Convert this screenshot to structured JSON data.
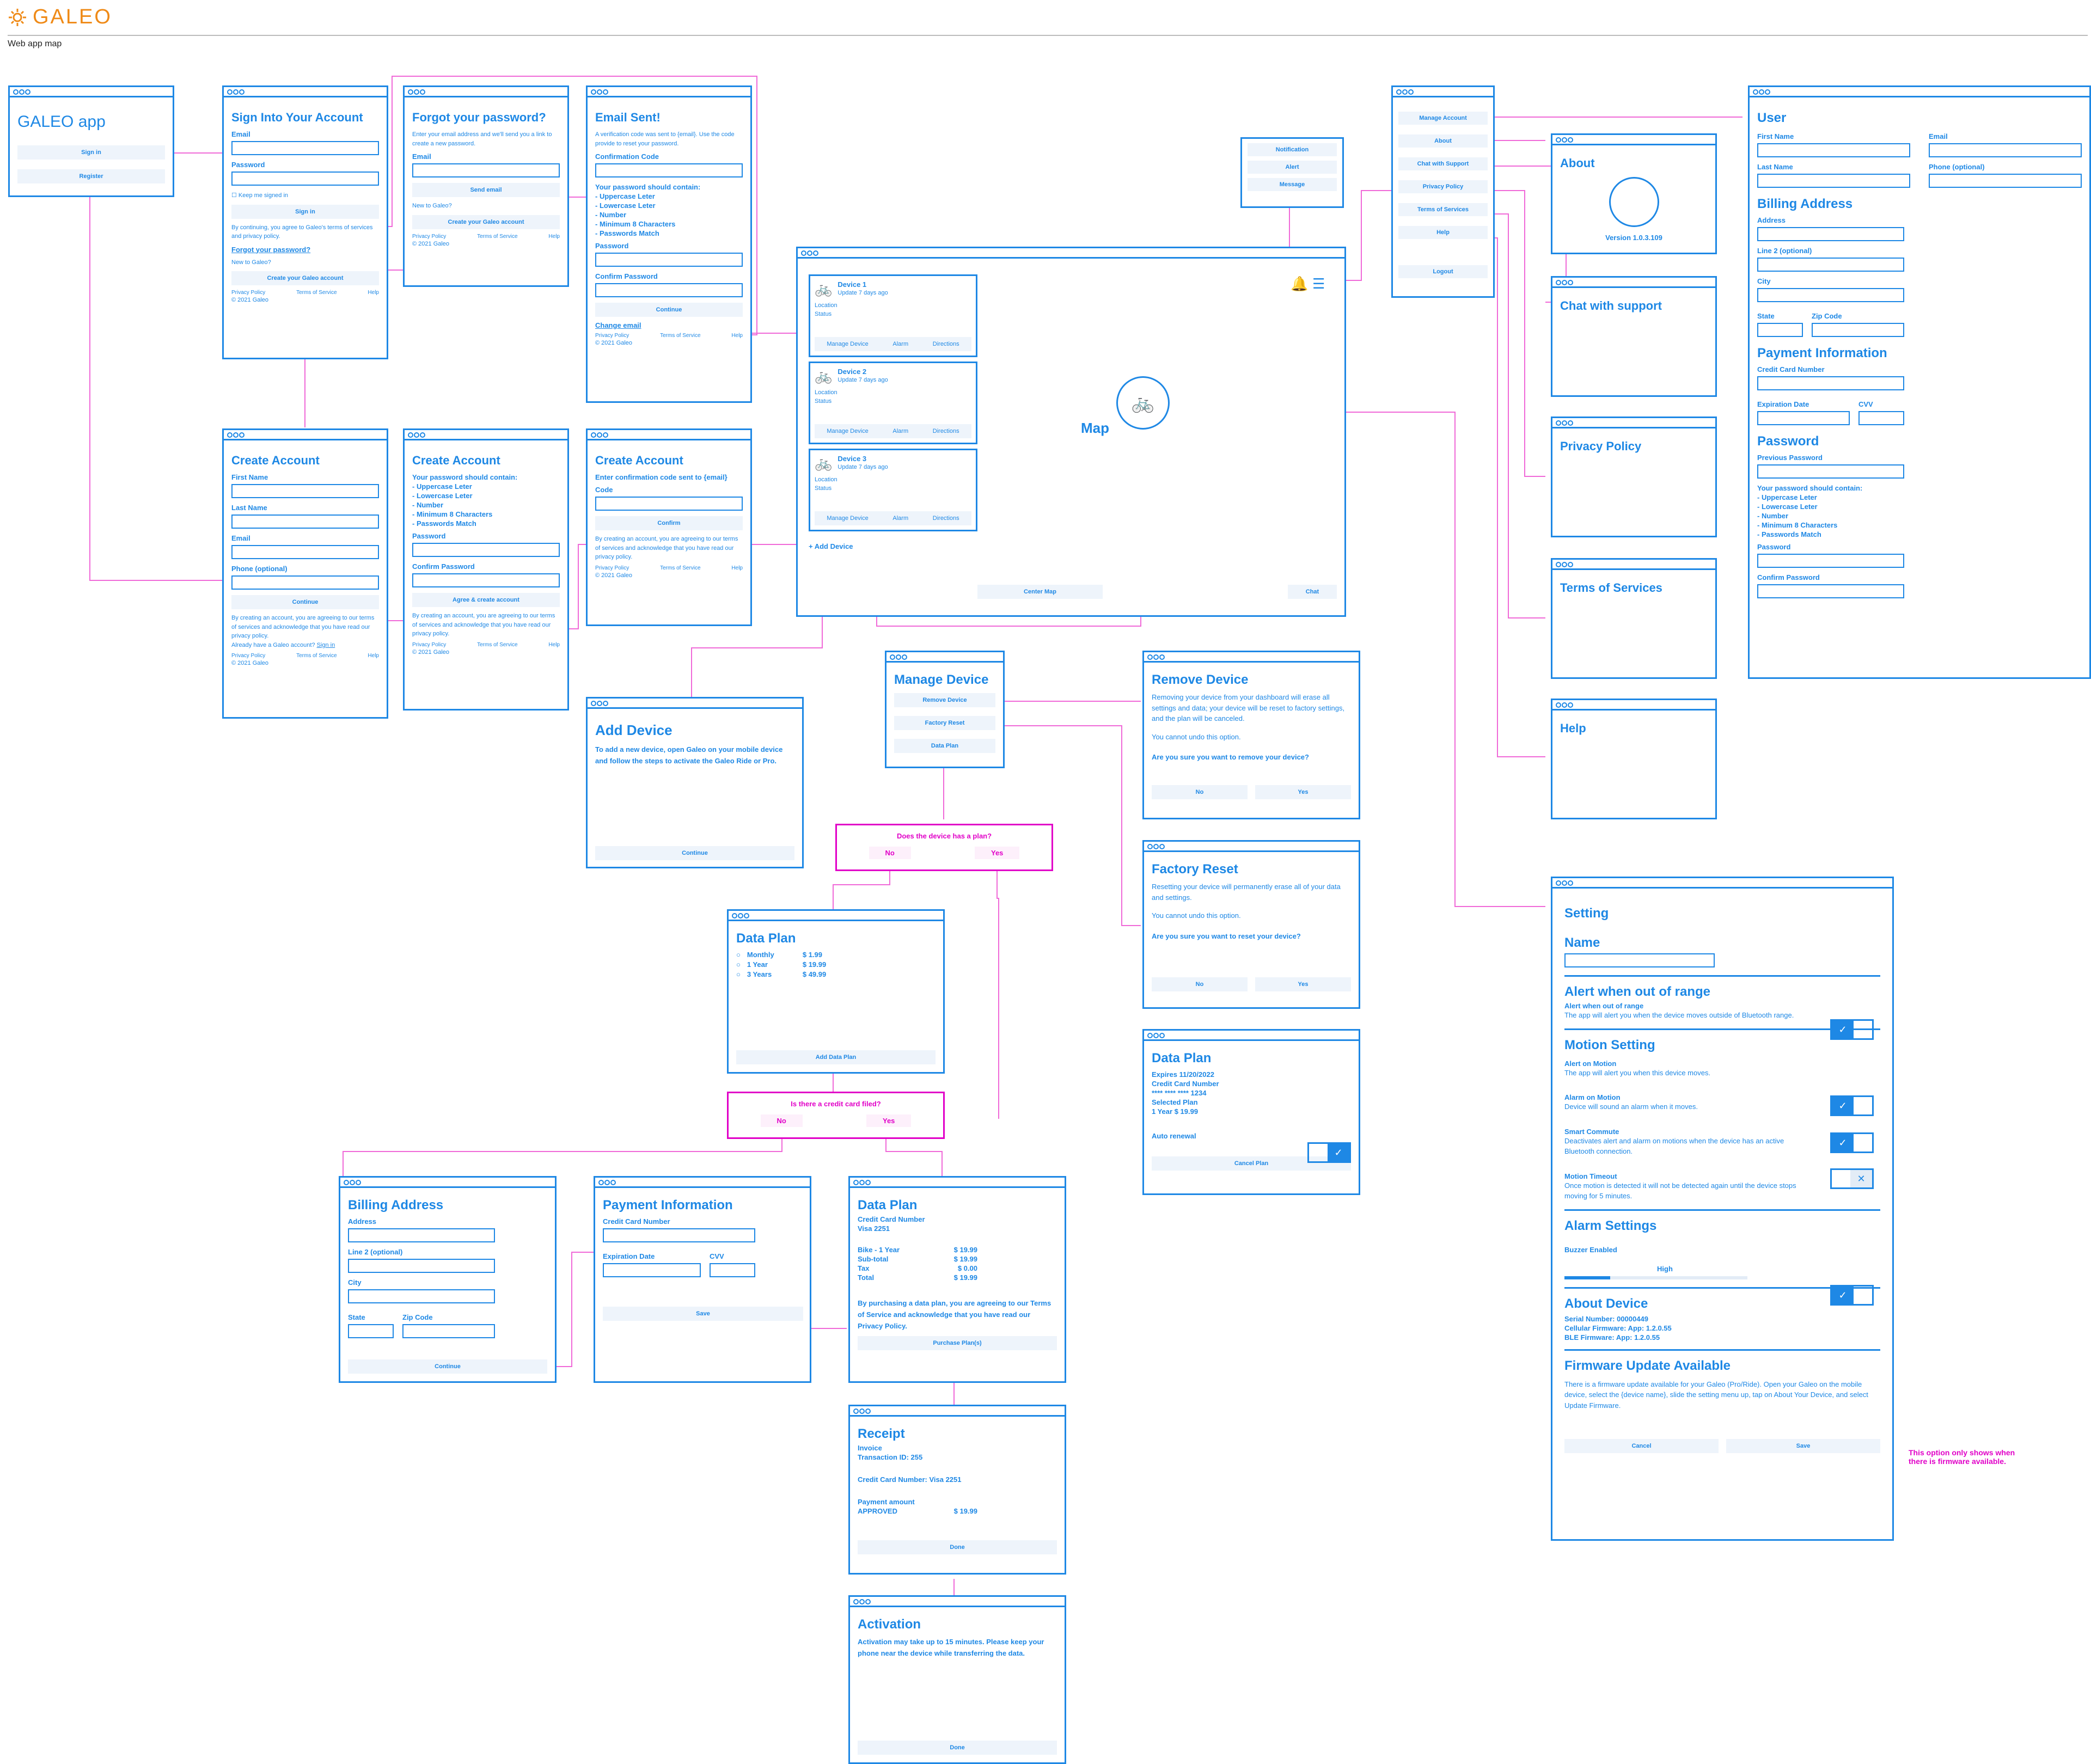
{
  "header": {
    "brand": "GALEO",
    "subtitle": "Web app map"
  },
  "s1": {
    "title": "GALEO app",
    "signin": "Sign in",
    "register": "Register"
  },
  "signin": {
    "title": "Sign Into Your Account",
    "email": "Email",
    "password": "Password",
    "keep": "Keep me signed in",
    "btn": "Sign in",
    "terms": "By continuing, you agree to Galeo's terms of services and privacy policy.",
    "forgot": "Forgot your password?",
    "new": "New to Galeo?",
    "create": "Create your Galeo account",
    "pp": "Privacy Policy",
    "tos": "Terms of Service",
    "help": "Help",
    "copy": "© 2021 Galeo"
  },
  "forgot": {
    "title": "Forgot your password?",
    "desc": "Enter your email address and we'll send you a link to create a new password.",
    "email": "Email",
    "send": "Send email",
    "new": "New to Galeo?",
    "create": "Create your Galeo account"
  },
  "sent": {
    "title": "Email Sent!",
    "desc": "A verification code was sent to {email}. Use the code provide to reset your password.",
    "code": "Confirmation Code",
    "req": "Your password should contain:",
    "r1": "- Uppercase Leter",
    "r2": "- Lowercase Leter",
    "r3": "- Number",
    "r4": "- Minimum 8 Characters",
    "r5": "- Passwords Match",
    "pw": "Password",
    "cpw": "Confirm Password",
    "cont": "Continue",
    "change": "Change email"
  },
  "ca1": {
    "title": "Create Account",
    "first": "First Name",
    "last": "Last Name",
    "email": "Email",
    "phone": "Phone (optional)",
    "cont": "Continue",
    "terms": "By creating an account, you are agreeing to our terms of services and acknowledge that you have read our privacy policy.",
    "already": "Already have a Galeo account?",
    "signin": "Sign in"
  },
  "ca2": {
    "title": "Create Account",
    "agree": "Agree & create account"
  },
  "ca3": {
    "title": "Create Account",
    "desc": "Enter confirmation code sent to {email}",
    "code": "Code",
    "confirm": "Confirm"
  },
  "dash": {
    "map": "Map",
    "add": "+ Add Device",
    "center": "Center Map",
    "chat": "Chat",
    "devices": [
      {
        "name": "Device 1",
        "upd": "Update 7 days ago"
      },
      {
        "name": "Device 2",
        "upd": "Update 7 days ago"
      },
      {
        "name": "Device 3",
        "upd": "Update 7 days ago"
      }
    ],
    "loc": "Location",
    "status": "Status",
    "manage": "Manage Device",
    "alarm": "Alarm",
    "dir": "Directions"
  },
  "notif": {
    "items": [
      "Notification",
      "Alert",
      "Message"
    ]
  },
  "mainmenu": {
    "items": [
      "Manage Account",
      "About",
      "Chat with Support",
      "Privacy Policy",
      "Terms of Services",
      "Help"
    ],
    "logout": "Logout"
  },
  "about": {
    "title": "About",
    "version": "Version 1.0.3.109"
  },
  "chat": {
    "title": "Chat with support"
  },
  "privacy": {
    "title": "Privacy Policy"
  },
  "terms": {
    "title": "Terms of Services"
  },
  "help": {
    "title": "Help"
  },
  "account": {
    "user": "User",
    "first": "First Name",
    "email": "Email",
    "last": "Last Name",
    "phone": "Phone (optional)",
    "billing": "Billing Address",
    "address": "Address",
    "line2": "Line 2 (optional)",
    "city": "City",
    "state": "State",
    "zip": "Zip Code",
    "payment": "Payment Information",
    "cc": "Credit Card Number",
    "exp": "Expiration Date",
    "cvv": "CVV",
    "password": "Password",
    "prev": "Previous Password",
    "pw": "Password",
    "cpw": "Confirm Password"
  },
  "adddev": {
    "title": "Add Device",
    "desc": "To add a new device, open Galeo on your mobile device and follow the steps to activate the Galeo Ride or Pro.",
    "cont": "Continue"
  },
  "manage": {
    "title": "Manage Device",
    "remove": "Remove Device",
    "reset": "Factory Reset",
    "plan": "Data Plan"
  },
  "remove": {
    "title": "Remove Device",
    "desc": "Removing your device from your dashboard will erase all settings and data; your device will be reset to factory settings, and the plan will be canceled.",
    "undo": "You cannot undo this option.",
    "q": "Are you sure you want to remove your device?",
    "no": "No",
    "yes": "Yes"
  },
  "reset": {
    "title": "Factory Reset",
    "desc": "Resetting your device will permanently erase all of your data and settings.",
    "undo": "You cannot undo this option.",
    "q": "Are you sure you want to reset your device?"
  },
  "planinfo": {
    "title": "Data Plan",
    "expires": "Expires 11/20/2022",
    "cc": "Credit Card Number",
    "ccnum": "**** **** **** 1234",
    "sel": "Selected Plan",
    "selval": "1 Year $ 19.99",
    "auto": "Auto renewal",
    "cancel": "Cancel Plan"
  },
  "dec1": {
    "q": "Does the device has a plan?",
    "no": "No",
    "yes": "Yes"
  },
  "dec2": {
    "q": "Is there a credit card filed?",
    "no": "No",
    "yes": "Yes"
  },
  "planpick": {
    "title": "Data Plan",
    "opts": [
      [
        "Monthly",
        "$ 1.99"
      ],
      [
        "1 Year",
        "$ 19.99"
      ],
      [
        "3 Years",
        "$ 49.99"
      ]
    ],
    "add": "Add Data Plan"
  },
  "bill": {
    "title": "Billing Address",
    "cont": "Continue"
  },
  "pay": {
    "title": "Payment Information",
    "save": "Save"
  },
  "buy": {
    "title": "Data Plan",
    "cc": "Credit Card Number",
    "visa": "Visa 2251",
    "rows": [
      [
        "Bike - 1 Year",
        "$ 19.99"
      ],
      [
        "Sub-total",
        "$ 19.99"
      ],
      [
        "Tax",
        "$ 0.00"
      ],
      [
        "Total",
        "$ 19.99"
      ]
    ],
    "agree": "By purchasing a data plan, you are agreeing to our Terms of Service and acknowledge that you have read our Privacy Policy.",
    "btn": "Purchase Plan(s)"
  },
  "receipt": {
    "title": "Receipt",
    "inv": "Invoice",
    "tid": "Transaction ID: 255",
    "cc": "Credit Card Number: Visa 2251",
    "amt": "Payment amount",
    "appr": "APPROVED",
    "val": "$ 19.99",
    "done": "Done"
  },
  "activation": {
    "title": "Activation",
    "desc": "Activation may take up to 15 minutes. Please keep your phone near the device while transferring the data.",
    "done": "Done"
  },
  "setting": {
    "title": "Setting",
    "name": "Name",
    "oor": "Alert when out of range",
    "oorl": "Alert when out of range",
    "oord": "The app will alert you when the device moves outside of Bluetooth range.",
    "motion": "Motion Setting",
    "aom": "Alert on Motion",
    "aomd": "The app will alert you when this device moves.",
    "alm": "Alarm on Motion",
    "almd": "Device will sound an alarm when it moves.",
    "sc": "Smart Commute",
    "scd": "Deactivates alert and alarm on motions when the device has an active Bluetooth connection.",
    "mt": "Motion Timeout",
    "mtd": "Once motion is detected it will not be detected again until the device stops moving for 5 minutes.",
    "alarm": "Alarm Settings",
    "buzz": "Buzzer Enabled",
    "high": "High",
    "aboutdev": "About Device",
    "serial": "Serial Number: 00000449",
    "cell": "Cellular Firmware: App: 1.2.0.55",
    "ble": "BLE Firmware: App: 1.2.0.55",
    "fw": "Firmware Update Available",
    "fwd": "There is a firmware update available for your Galeo (Pro/Ride). Open your Galeo on the mobile device, select the {device name}, slide the setting menu up, tap on About Your Device, and select Update Firmware.",
    "cancel": "Cancel",
    "save": "Save"
  },
  "note": "This option only shows when there is firmware available.",
  "colors": {
    "primary": "#1e88e5",
    "flow": "#f06ad8",
    "decision": "#e100c8",
    "brand": "#ef8a17"
  }
}
